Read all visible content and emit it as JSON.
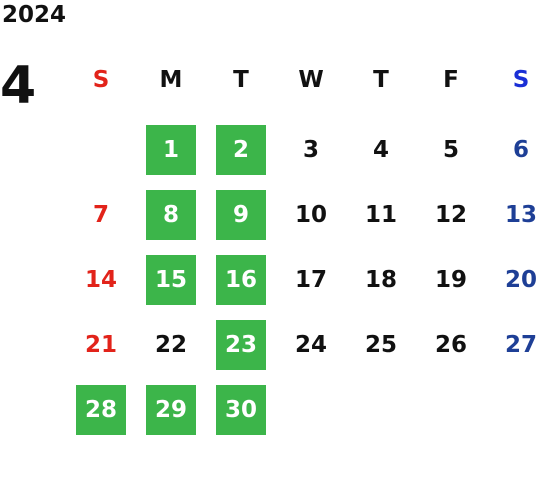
{
  "calendar": {
    "year": "2024",
    "month": "4",
    "weekdays": [
      {
        "label": "S",
        "color": "#e2231a"
      },
      {
        "label": "M",
        "color": "#111111"
      },
      {
        "label": "T",
        "color": "#111111"
      },
      {
        "label": "W",
        "color": "#111111"
      },
      {
        "label": "T",
        "color": "#111111"
      },
      {
        "label": "F",
        "color": "#111111"
      },
      {
        "label": "S",
        "color": "#1a2fd6"
      }
    ],
    "day_colors": {
      "sunday": "#e2231a",
      "saturday": "#1e3f96",
      "weekday": "#111111",
      "highlight_bg": "#3cb54a",
      "highlight_text": "#ffffff"
    },
    "weeks": [
      [
        null,
        {
          "day": "1",
          "highlighted": true
        },
        {
          "day": "2",
          "highlighted": true
        },
        {
          "day": "3",
          "highlighted": false
        },
        {
          "day": "4",
          "highlighted": false
        },
        {
          "day": "5",
          "highlighted": false
        },
        {
          "day": "6",
          "highlighted": false
        }
      ],
      [
        {
          "day": "7",
          "highlighted": false
        },
        {
          "day": "8",
          "highlighted": true
        },
        {
          "day": "9",
          "highlighted": true
        },
        {
          "day": "10",
          "highlighted": false
        },
        {
          "day": "11",
          "highlighted": false
        },
        {
          "day": "12",
          "highlighted": false
        },
        {
          "day": "13",
          "highlighted": false
        }
      ],
      [
        {
          "day": "14",
          "highlighted": false
        },
        {
          "day": "15",
          "highlighted": true
        },
        {
          "day": "16",
          "highlighted": true
        },
        {
          "day": "17",
          "highlighted": false
        },
        {
          "day": "18",
          "highlighted": false
        },
        {
          "day": "19",
          "highlighted": false
        },
        {
          "day": "20",
          "highlighted": false
        }
      ],
      [
        {
          "day": "21",
          "highlighted": false
        },
        {
          "day": "22",
          "highlighted": false
        },
        {
          "day": "23",
          "highlighted": true
        },
        {
          "day": "24",
          "highlighted": false
        },
        {
          "day": "25",
          "highlighted": false
        },
        {
          "day": "26",
          "highlighted": false
        },
        {
          "day": "27",
          "highlighted": false
        }
      ],
      [
        {
          "day": "28",
          "highlighted": true
        },
        {
          "day": "29",
          "highlighted": true
        },
        {
          "day": "30",
          "highlighted": true
        },
        null,
        null,
        null,
        null
      ]
    ]
  }
}
